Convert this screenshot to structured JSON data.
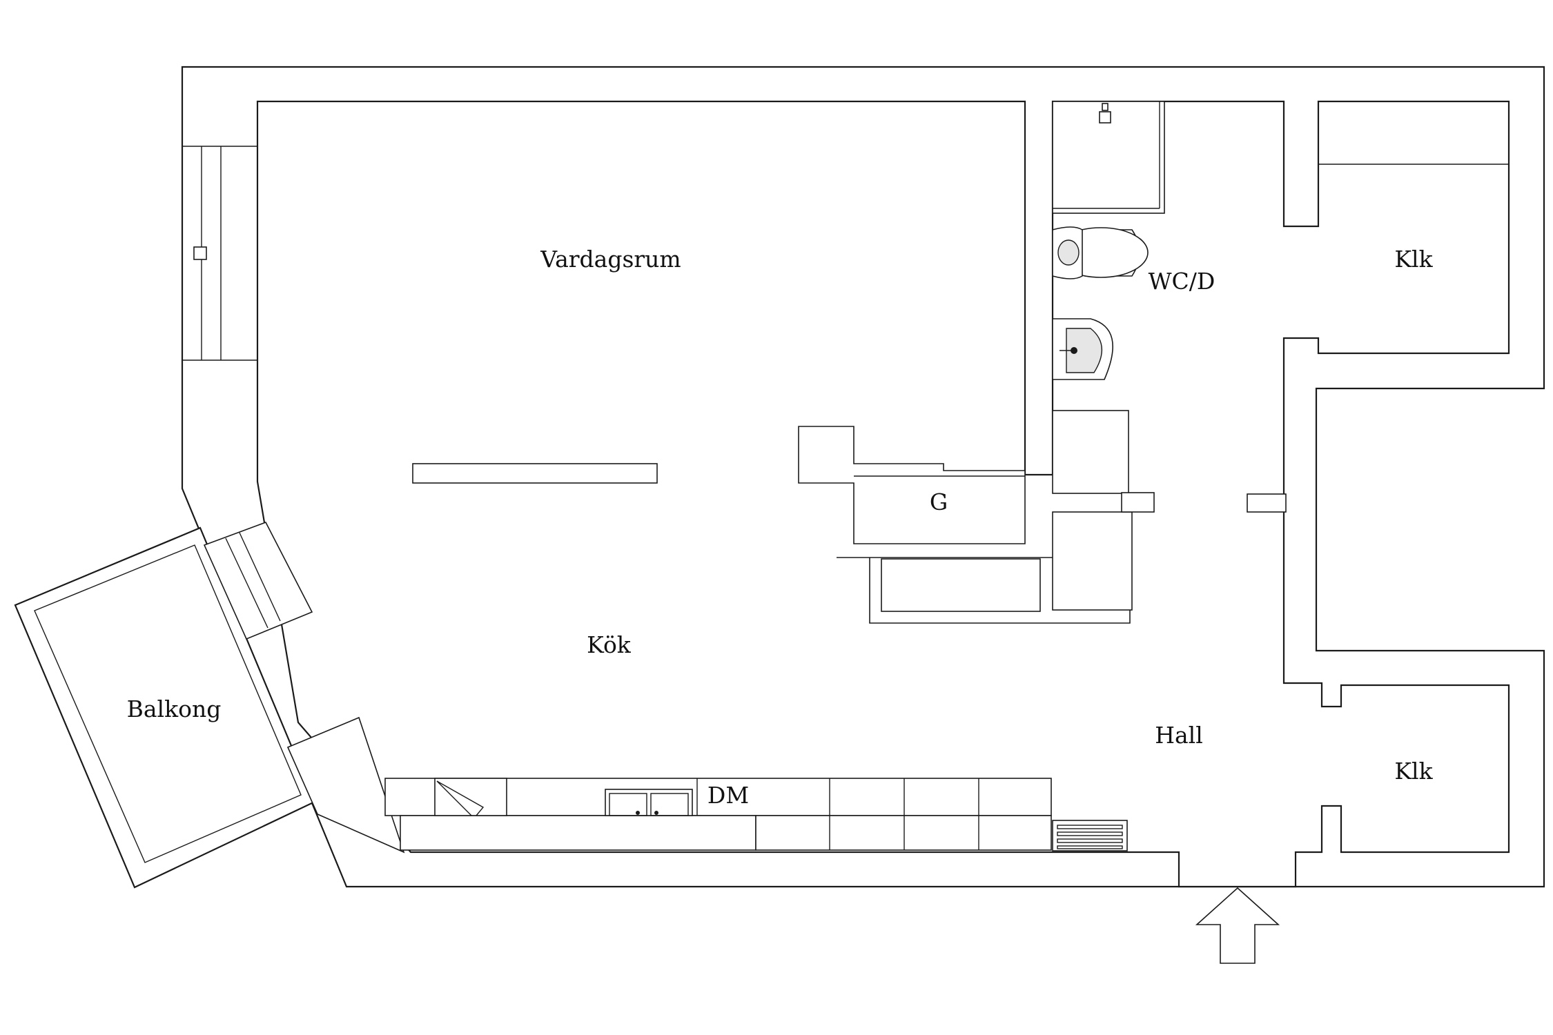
{
  "rooms": {
    "vardagsrum": "Vardagsrum",
    "wc_d": "WC/D",
    "klk_top": "Klk",
    "g": "G",
    "kok": "Kök",
    "balkong": "Balkong",
    "hall": "Hall",
    "klk_bottom": "Klk",
    "dm": "DM"
  }
}
